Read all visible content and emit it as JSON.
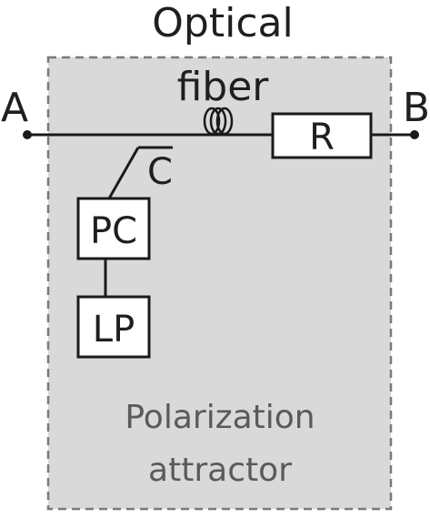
{
  "diagram": {
    "title_line1": "Optical",
    "title_line2": "fiber",
    "terminal_a": "A",
    "terminal_b": "B",
    "component_r": "R",
    "component_c": "C",
    "component_pc": "PC",
    "component_lp": "LP",
    "caption_line1": "Polarization",
    "caption_line2": "attractor",
    "colors": {
      "enclosure_fill": "#d9d9d9",
      "enclosure_border": "#7a7a7a",
      "line": "#1a1a1a",
      "box_fill": "#ffffff",
      "text": "#1f1f1f",
      "caption_text": "#5a5a5a"
    },
    "icons": {
      "fiber_coil": "fiber-coil-icon",
      "terminal_dot": "terminal-dot-icon"
    }
  }
}
